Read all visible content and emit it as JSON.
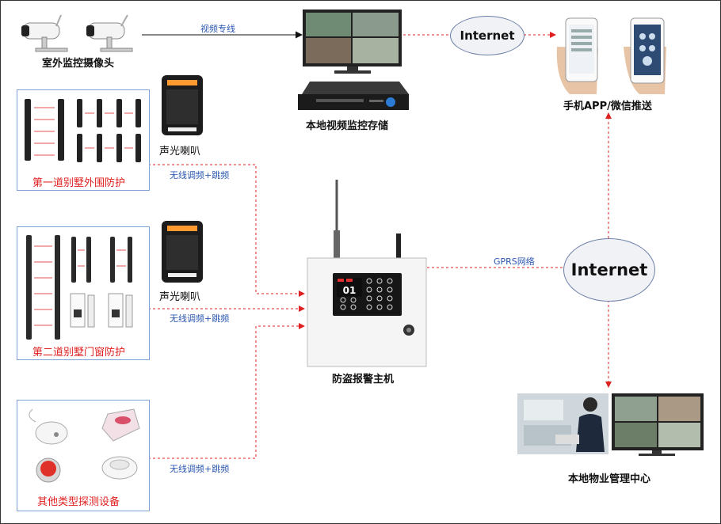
{
  "nodes": {
    "cameras": "室外监控摄像头",
    "nvr": "本地视频监控存储",
    "mobile": "手机APP/微信推送",
    "alarm_host": "防盗报警主机",
    "management": "本地物业管理中心",
    "speaker_1": "声光喇叭",
    "speaker_2": "声光喇叭"
  },
  "groups": {
    "group_1": "第一道别墅外围防护",
    "group_2": "第二道别墅门窗防护",
    "group_3": "其他类型探测设备"
  },
  "clouds": {
    "top": "Internet",
    "right": "Internet"
  },
  "links": {
    "video_line": "视频专线",
    "wireless_1": "无线调频+跳频",
    "wireless_2": "无线调频+跳频",
    "wireless_3": "无线调频+跳频",
    "gprs": "GPRS网络"
  },
  "alarm_panel": {
    "display_number": "01"
  },
  "colors": {
    "link_red": "#e02020",
    "group_border": "#7fa3d6",
    "label_blue": "#2a56b0",
    "arrow_black": "#111111"
  }
}
